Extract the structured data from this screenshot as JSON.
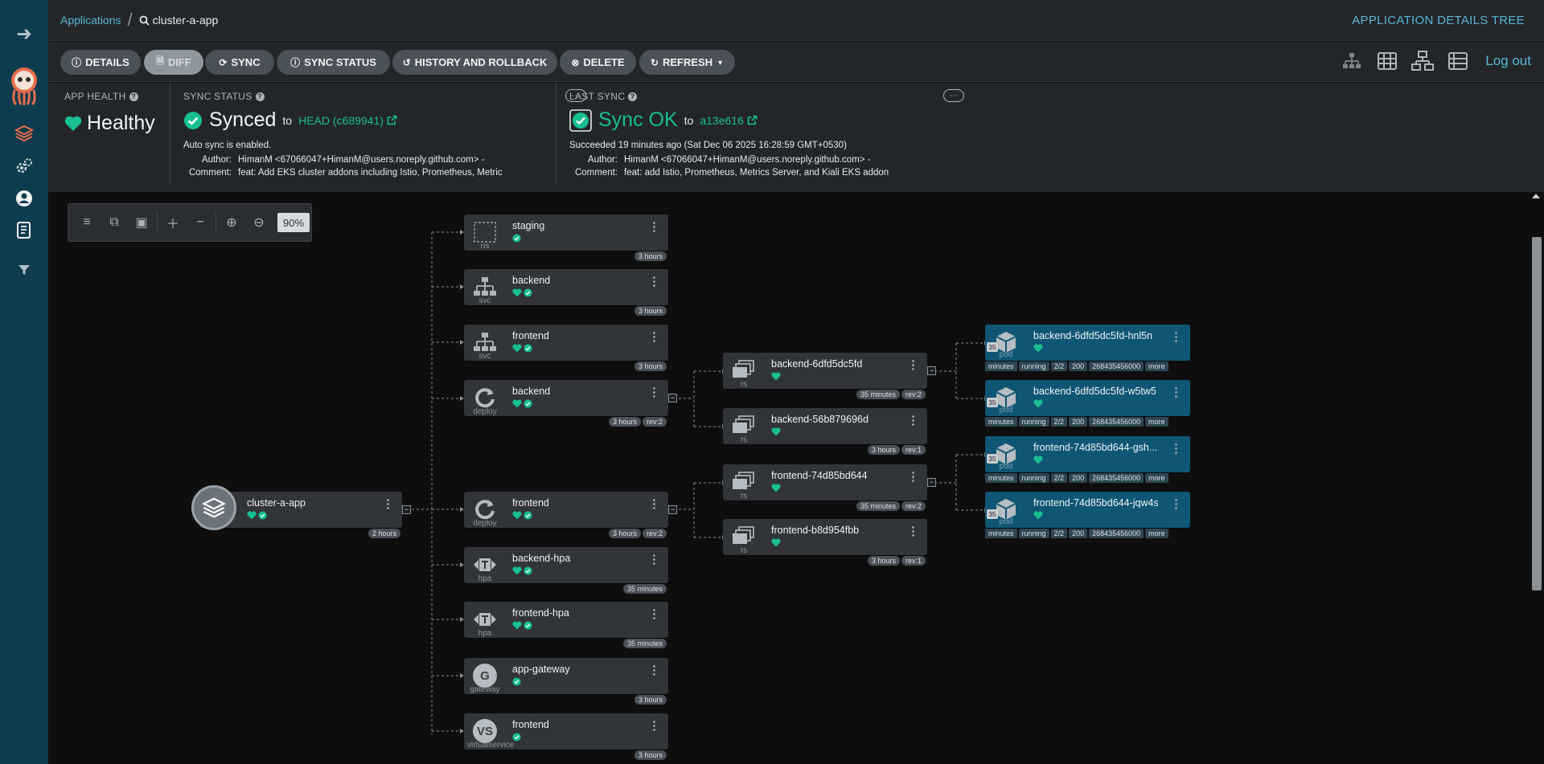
{
  "breadcrumb": {
    "parent": "Applications",
    "current": "cluster-a-app"
  },
  "page_title": "APPLICATION DETAILS TREE",
  "toolbar": {
    "details": "DETAILS",
    "diff": "DIFF",
    "sync": "SYNC",
    "sync_status": "SYNC STATUS",
    "history": "HISTORY AND ROLLBACK",
    "delete": "DELETE",
    "refresh": "REFRESH",
    "logout": "Log out"
  },
  "summary": {
    "app_health": {
      "label": "APP HEALTH",
      "value": "Healthy"
    },
    "sync_status": {
      "label": "SYNC STATUS",
      "value": "Synced",
      "to": "to",
      "revision": "HEAD (c689941)",
      "auto_sync": "Auto sync is enabled.",
      "author_label": "Author:",
      "author": "HimanM <67066047+HimanM@users.noreply.github.com> -",
      "comment_label": "Comment:",
      "comment": "feat: Add EKS cluster addons including Istio, Prometheus, Metric"
    },
    "last_sync": {
      "label": "LAST SYNC",
      "value": "Sync OK",
      "to": "to",
      "revision": "a13e616",
      "succeeded": "Succeeded 19 minutes ago (Sat Dec 06 2025 16:28:59 GMT+0530)",
      "author_label": "Author:",
      "author": "HimanM <67066047+HimanM@users.noreply.github.com> -",
      "comment_label": "Comment:",
      "comment": "feat: add Istio, Prometheus, Metrics Server, and Kiali EKS addon"
    }
  },
  "zoom": {
    "value": "90%"
  },
  "tree": {
    "root": {
      "name": "cluster-a-app",
      "age": "2 hours"
    },
    "children": [
      {
        "name": "staging",
        "kind": "ns",
        "age": "3 hours"
      },
      {
        "name": "backend",
        "kind": "svc",
        "age": "3 hours"
      },
      {
        "name": "frontend",
        "kind": "svc",
        "age": "3 hours"
      },
      {
        "name": "backend",
        "kind": "deploy",
        "age": "3 hours",
        "rev": "rev:2"
      },
      {
        "name": "frontend",
        "kind": "deploy",
        "age": "3 hours",
        "rev": "rev:2"
      },
      {
        "name": "backend-hpa",
        "kind": "hpa",
        "age": "35 minutes"
      },
      {
        "name": "frontend-hpa",
        "kind": "hpa",
        "age": "35 minutes"
      },
      {
        "name": "app-gateway",
        "kind": "gateway",
        "age": "3 hours",
        "icon_letter": "G"
      },
      {
        "name": "frontend",
        "kind": "virtualservice",
        "age": "3 hours",
        "icon_letter": "VS"
      }
    ],
    "replicasets": [
      {
        "name": "backend-6dfd5dc5fd",
        "kind": "rs",
        "age": "35 minutes",
        "rev": "rev:2"
      },
      {
        "name": "backend-56b879696d",
        "kind": "rs",
        "age": "3 hours",
        "rev": "rev:1"
      },
      {
        "name": "frontend-74d85bd644",
        "kind": "rs",
        "age": "35 minutes",
        "rev": "rev:2"
      },
      {
        "name": "frontend-b8d954fbb",
        "kind": "rs",
        "age": "3 hours",
        "rev": "rev:1"
      }
    ],
    "pods": [
      {
        "name": "backend-6dfd5dc5fd-hnl5n",
        "kind": "pod",
        "count": "35",
        "tags": [
          "minutes",
          "running",
          "2/2",
          "200",
          "268435456000",
          "more"
        ]
      },
      {
        "name": "backend-6dfd5dc5fd-w5tw5",
        "kind": "pod",
        "count": "35",
        "tags": [
          "minutes",
          "running",
          "2/2",
          "200",
          "268435456000",
          "more"
        ]
      },
      {
        "name": "frontend-74d85bd644-gsh...",
        "kind": "pod",
        "count": "35",
        "tags": [
          "minutes",
          "running",
          "2/2",
          "200",
          "268435456000",
          "more"
        ]
      },
      {
        "name": "frontend-74d85bd644-jqw4s",
        "kind": "pod",
        "count": "35",
        "tags": [
          "minutes",
          "running",
          "2/2",
          "200",
          "268435456000",
          "more"
        ]
      }
    ]
  },
  "colors": {
    "accent": "#5ab6d6",
    "healthy": "#18be94",
    "sidebar": "#0d3b4f",
    "pod_bg": "#0f5674"
  },
  "icons": [
    "arrow-right-icon",
    "argo-logo-icon",
    "layers-icon",
    "gears-icon",
    "user-icon",
    "docs-icon",
    "filter-icon",
    "search-icon",
    "heart-icon",
    "check-circle-icon",
    "external-link-icon"
  ]
}
